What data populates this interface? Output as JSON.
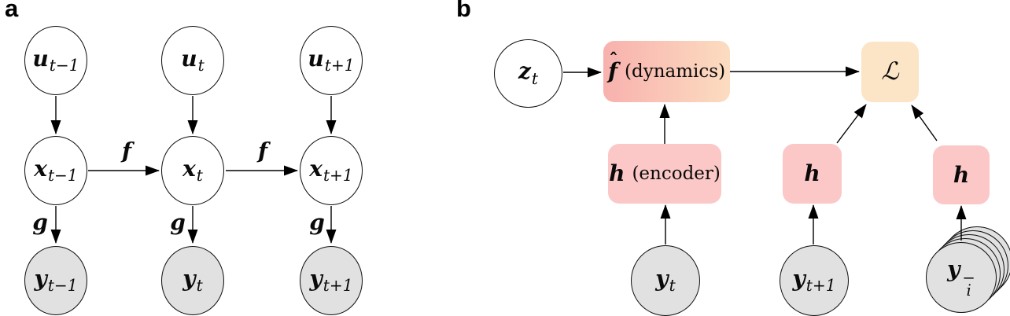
{
  "colors": {
    "node_fill_observed": "#e1e1e1",
    "node_fill_latent": "#ffffff",
    "box_pink": "#fbc8c7",
    "box_peach": "#fce4c6",
    "gradient_pink": "#f8b1ae",
    "gradient_peach": "#fcdcc0"
  },
  "panel_a": {
    "label": "a",
    "nodes": [
      {
        "main": "u",
        "sub": "t−1"
      },
      {
        "main": "u",
        "sub": "t"
      },
      {
        "main": "u",
        "sub": "t+1"
      },
      {
        "main": "x",
        "sub": "t−1"
      },
      {
        "main": "x",
        "sub": "t"
      },
      {
        "main": "x",
        "sub": "t+1"
      },
      {
        "main": "y",
        "sub": "t−1"
      },
      {
        "main": "y",
        "sub": "t"
      },
      {
        "main": "y",
        "sub": "t+1"
      }
    ],
    "edge_labels": {
      "f1": "f",
      "f2": "f",
      "g1": "g",
      "g2": "g",
      "g3": "g"
    }
  },
  "panel_b": {
    "label": "b",
    "z_node": {
      "main": "z",
      "sub": "t"
    },
    "dynamics_box": {
      "hat": "ˆ",
      "main": "f",
      "annotation": "(dynamics)"
    },
    "loss_box": {
      "symbol": "ℒ"
    },
    "encoder_box": {
      "main": "h",
      "annotation": "(encoder)"
    },
    "h_mid_box": {
      "main": "h"
    },
    "h_right_box": {
      "main": "h"
    },
    "y_t_node": {
      "main": "y",
      "sub": "t"
    },
    "y_t1_node": {
      "main": "y",
      "sub": "t+1"
    },
    "y_neg_node": {
      "main": "y",
      "sub": "i",
      "sup": "−"
    }
  }
}
